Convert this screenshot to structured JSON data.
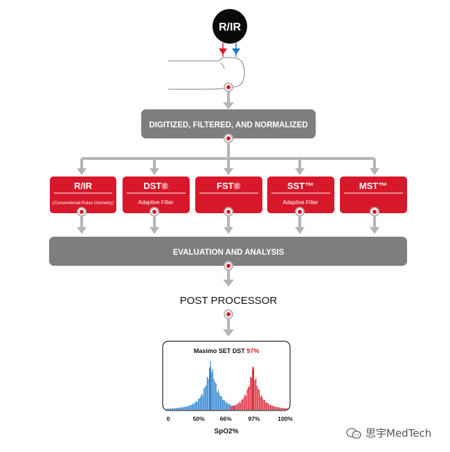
{
  "source_label": "R/IR",
  "stage1": "DIGITIZED, FILTERED, AND NORMALIZED",
  "algorithms": [
    {
      "title": "R/IR",
      "subtitle": "(Conventional Pulse Oximetry)"
    },
    {
      "title": "DST®",
      "subtitle": "Adaptive Filter"
    },
    {
      "title": "FST®",
      "subtitle": ""
    },
    {
      "title": "SST™",
      "subtitle": "Adaptive Filter"
    },
    {
      "title": "MST™",
      "subtitle": ""
    }
  ],
  "stage2": "EVALUATION AND ANALYSIS",
  "stage3": "POST PROCESSOR",
  "histogram": {
    "title_prefix": "Masimo SET DST ",
    "title_value": "97%",
    "ticks": [
      "0",
      "50%",
      "66%",
      "97%",
      "100%"
    ],
    "xlabel": "SpO2%"
  },
  "watermark": "思宇MedTech",
  "colors": {
    "red": "#d7182a",
    "gray": "#7d7e80",
    "blue": "#1f78c8",
    "arrow": "#b5b5b5"
  }
}
